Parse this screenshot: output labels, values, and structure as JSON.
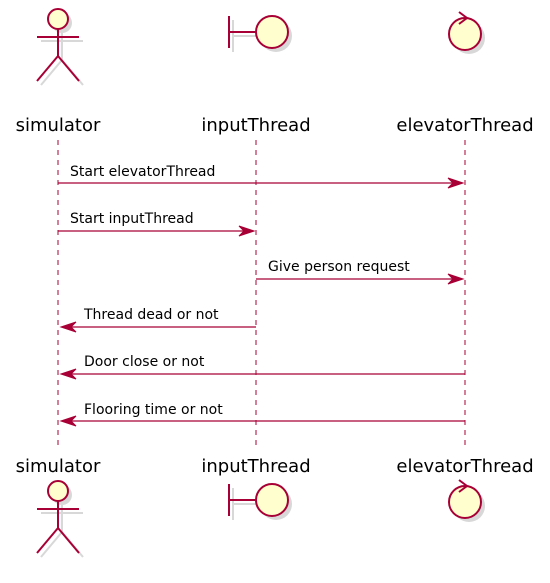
{
  "diagram": {
    "type": "sequence",
    "colors": {
      "line": "#A80036",
      "fill": "#FEFECE",
      "text": "#000000"
    },
    "participants": [
      {
        "id": "simulator",
        "label": "simulator",
        "kind": "actor-icon"
      },
      {
        "id": "inputThread",
        "label": "inputThread",
        "kind": "boundary-icon"
      },
      {
        "id": "elevatorThread",
        "label": "elevatorThread",
        "kind": "control-icon"
      }
    ],
    "messages": [
      {
        "from": "simulator",
        "to": "elevatorThread",
        "label": "Start elevatorThread"
      },
      {
        "from": "simulator",
        "to": "inputThread",
        "label": "Start inputThread"
      },
      {
        "from": "inputThread",
        "to": "elevatorThread",
        "label": "Give person request"
      },
      {
        "from": "inputThread",
        "to": "simulator",
        "label": "Thread dead or not"
      },
      {
        "from": "elevatorThread",
        "to": "simulator",
        "label": "Door close or not"
      },
      {
        "from": "elevatorThread",
        "to": "simulator",
        "label": "Flooring time or not"
      }
    ]
  }
}
